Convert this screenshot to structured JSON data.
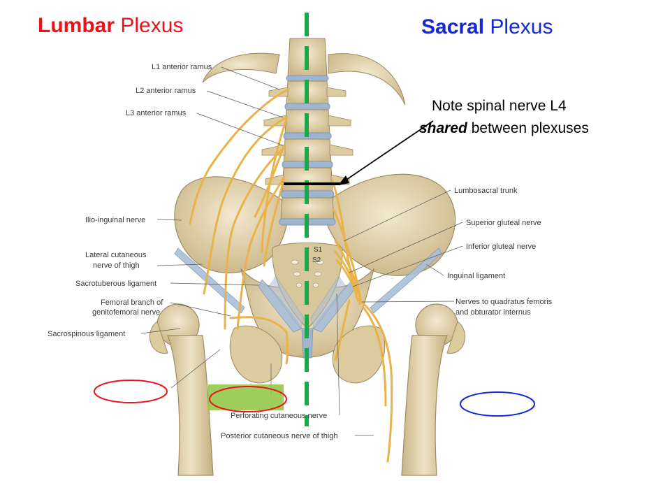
{
  "titles": {
    "lumbar_bold": "Lumbar",
    "lumbar_rest": " Plexus",
    "sacral_bold": "Sacral",
    "sacral_rest": " Plexus"
  },
  "note": {
    "line1": "Note spinal nerve L4",
    "bold": "shared",
    "rest": " between plexuses"
  },
  "labels": {
    "l1": "L1 anterior ramus",
    "l2": "L2 anterior ramus",
    "l3": "L3 anterior ramus",
    "ilio": "Ilio-inguinal nerve",
    "lat1": "Lateral cutaneous",
    "lat2": "nerve of thigh",
    "sacrotub": "Sacrotuberous ligament",
    "fem1": "Femoral branch of",
    "fem2": "genitofemoral nerve",
    "sacrospin": "Sacrospinous ligament",
    "lumbosacral": "Lumbosacral trunk",
    "supglut": "Superior gluteal nerve",
    "infglut": "Inferior gluteal nerve",
    "inguinal": "Inguinal ligament",
    "quad1": "Nerves to quadratus femoris",
    "quad2": "and obturator internus",
    "perforating": "Perforating cutaneous nerve",
    "posterior": "Posterior cutaneous nerve of thigh",
    "s1": "S1",
    "s2": "S2"
  },
  "colors": {
    "lumbar": "#e8141a",
    "sacral": "#1428d4",
    "divider": "#1aa84a",
    "nerve": "#e9b24a",
    "bone": "#e6d8b4",
    "ligament": "#9fb5cf",
    "highlight": "#8ec63f"
  }
}
